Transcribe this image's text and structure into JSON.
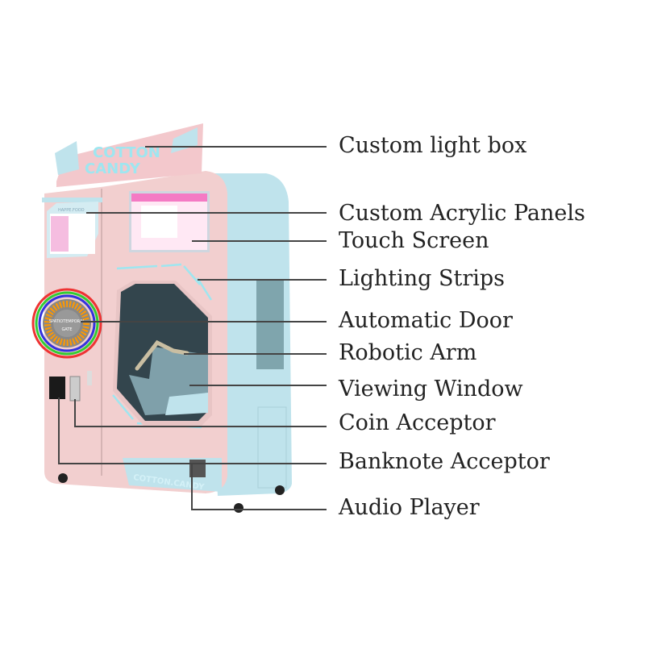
{
  "machine": {
    "sign_line1": "COTTON",
    "sign_line2": "CANDY",
    "base_text": "COTTON.CANDY",
    "door_text_1": "SPATIOTEMPORAL",
    "door_text_2": "GATE",
    "panel_brand": "HAPPE.FOOD"
  },
  "callouts": [
    {
      "id": "custom-light-box",
      "label": "Custom light box"
    },
    {
      "id": "custom-acrylic-panels",
      "label": "Custom Acrylic Panels"
    },
    {
      "id": "touch-screen",
      "label": "Touch Screen"
    },
    {
      "id": "lighting-strips",
      "label": "Lighting Strips"
    },
    {
      "id": "automatic-door",
      "label": "Automatic Door"
    },
    {
      "id": "robotic-arm",
      "label": "Robotic Arm"
    },
    {
      "id": "viewing-window",
      "label": "Viewing Window"
    },
    {
      "id": "coin-acceptor",
      "label": "Coin Acceptor"
    },
    {
      "id": "banknote-acceptor",
      "label": "Banknote Acceptor"
    },
    {
      "id": "audio-player",
      "label": "Audio Player"
    }
  ],
  "colors": {
    "pink": "#f2cfcf",
    "blue": "#bfe3ec",
    "accent": "#9ee6f0",
    "line": "#444444"
  }
}
